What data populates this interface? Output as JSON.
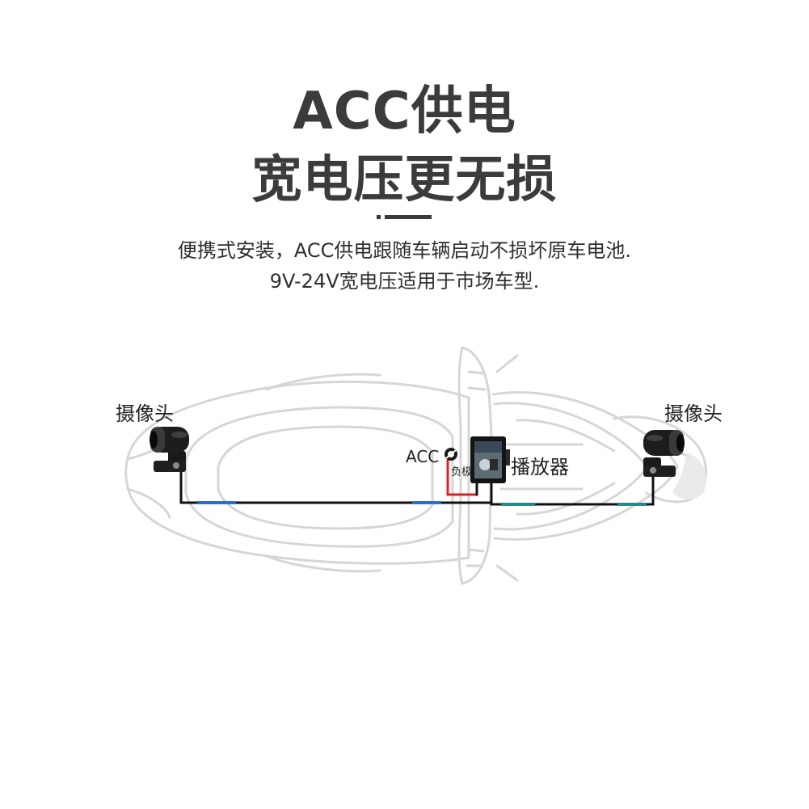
{
  "header": {
    "title_line1": "ACC供电",
    "title_line2": "宽电压更无损"
  },
  "description": {
    "line1": "便携式安装，ACC供电跟随车辆启动不损坏原车电池.",
    "line2": "9V-24V宽电压适用于市场车型."
  },
  "diagram": {
    "left_camera_label": "摄像头",
    "right_camera_label": "摄像头",
    "acc_label": "ACC",
    "negative_label": "负极",
    "player_label": "播放器",
    "colors": {
      "wire": "#111111",
      "positive_wire": "#e02020",
      "left_wire_accent": "#2a6fd0",
      "right_wire_accent": "#2a8a86",
      "vehicle_outline": "#d4d4d4"
    }
  }
}
